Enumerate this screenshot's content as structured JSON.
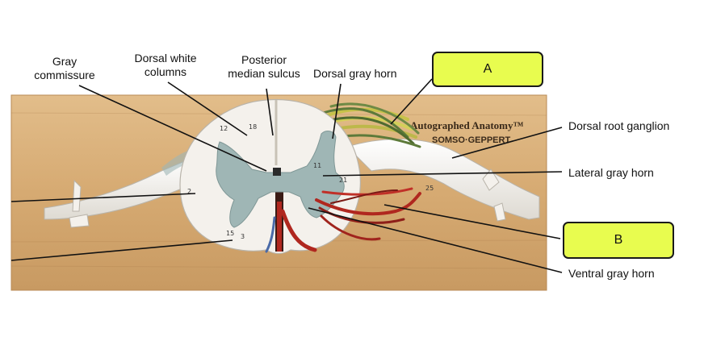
{
  "labels": {
    "gray_commissure": [
      "Gray",
      "commissure"
    ],
    "dorsal_white_columns": [
      "Dorsal white",
      "columns"
    ],
    "posterior_median_sulcus": [
      "Posterior",
      "median sulcus"
    ],
    "dorsal_gray_horn": "Dorsal gray horn",
    "dorsal_root_ganglion": "Dorsal root ganglion",
    "lateral_gray_horn": "Lateral gray horn",
    "ventral_gray_horn": "Ventral gray horn"
  },
  "answer_boxes": {
    "a": "A",
    "b": "B"
  },
  "model_plate": {
    "brand_line1": "Autographed Anatomy™",
    "brand_line2": "SOMSO·GEPPERT",
    "numbers": [
      "18",
      "12",
      "11",
      "15",
      "2",
      "3",
      "25",
      "21"
    ]
  },
  "colors": {
    "answer_box_fill": "#e8fc4f",
    "wood": "#d9b07b",
    "white_matter": "#f4f1ec",
    "gray_matter": "#9fb6b5",
    "nerve_yellow": "#c7c24a",
    "nerve_green": "#5d7a3a",
    "vessel_red": "#b0271f"
  }
}
